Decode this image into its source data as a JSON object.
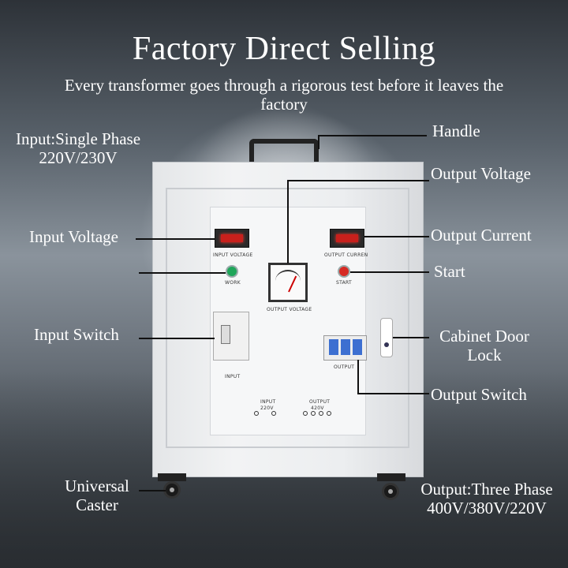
{
  "header": {
    "title": "Factory Direct Selling",
    "subtitle": "Every transformer goes through a rigorous test before it leaves the factory"
  },
  "callouts": {
    "input_spec": "Input:Single Phase 220V/230V",
    "handle": "Handle",
    "output_voltage": "Output Voltage",
    "input_voltage": "Input Voltage",
    "output_current": "Output Current",
    "start": "Start",
    "input_switch": "Input Switch",
    "cabinet_door_lock": "Cabinet Door Lock",
    "output_switch": "Output Switch",
    "universal_caster": "Universal Caster",
    "output_spec": "Output:Three Phase 400V/380V/220V"
  },
  "panel_text": {
    "input_voltage": "INPUT VOLTAGE",
    "output_current": "OUTPUT CURREN",
    "work": "WORK",
    "start": "START",
    "output_voltage": "OUTPUT VOLTAGE",
    "input": "INPUT",
    "output": "OUTPUT",
    "terminal_input": "INPUT",
    "terminal_input_v": "220V",
    "terminal_output": "OUTPUT",
    "terminal_output_v": "420V"
  },
  "colors": {
    "work_lamp": "#1fa65a",
    "start_lamp": "#d62a24",
    "display": "#c8201c"
  }
}
